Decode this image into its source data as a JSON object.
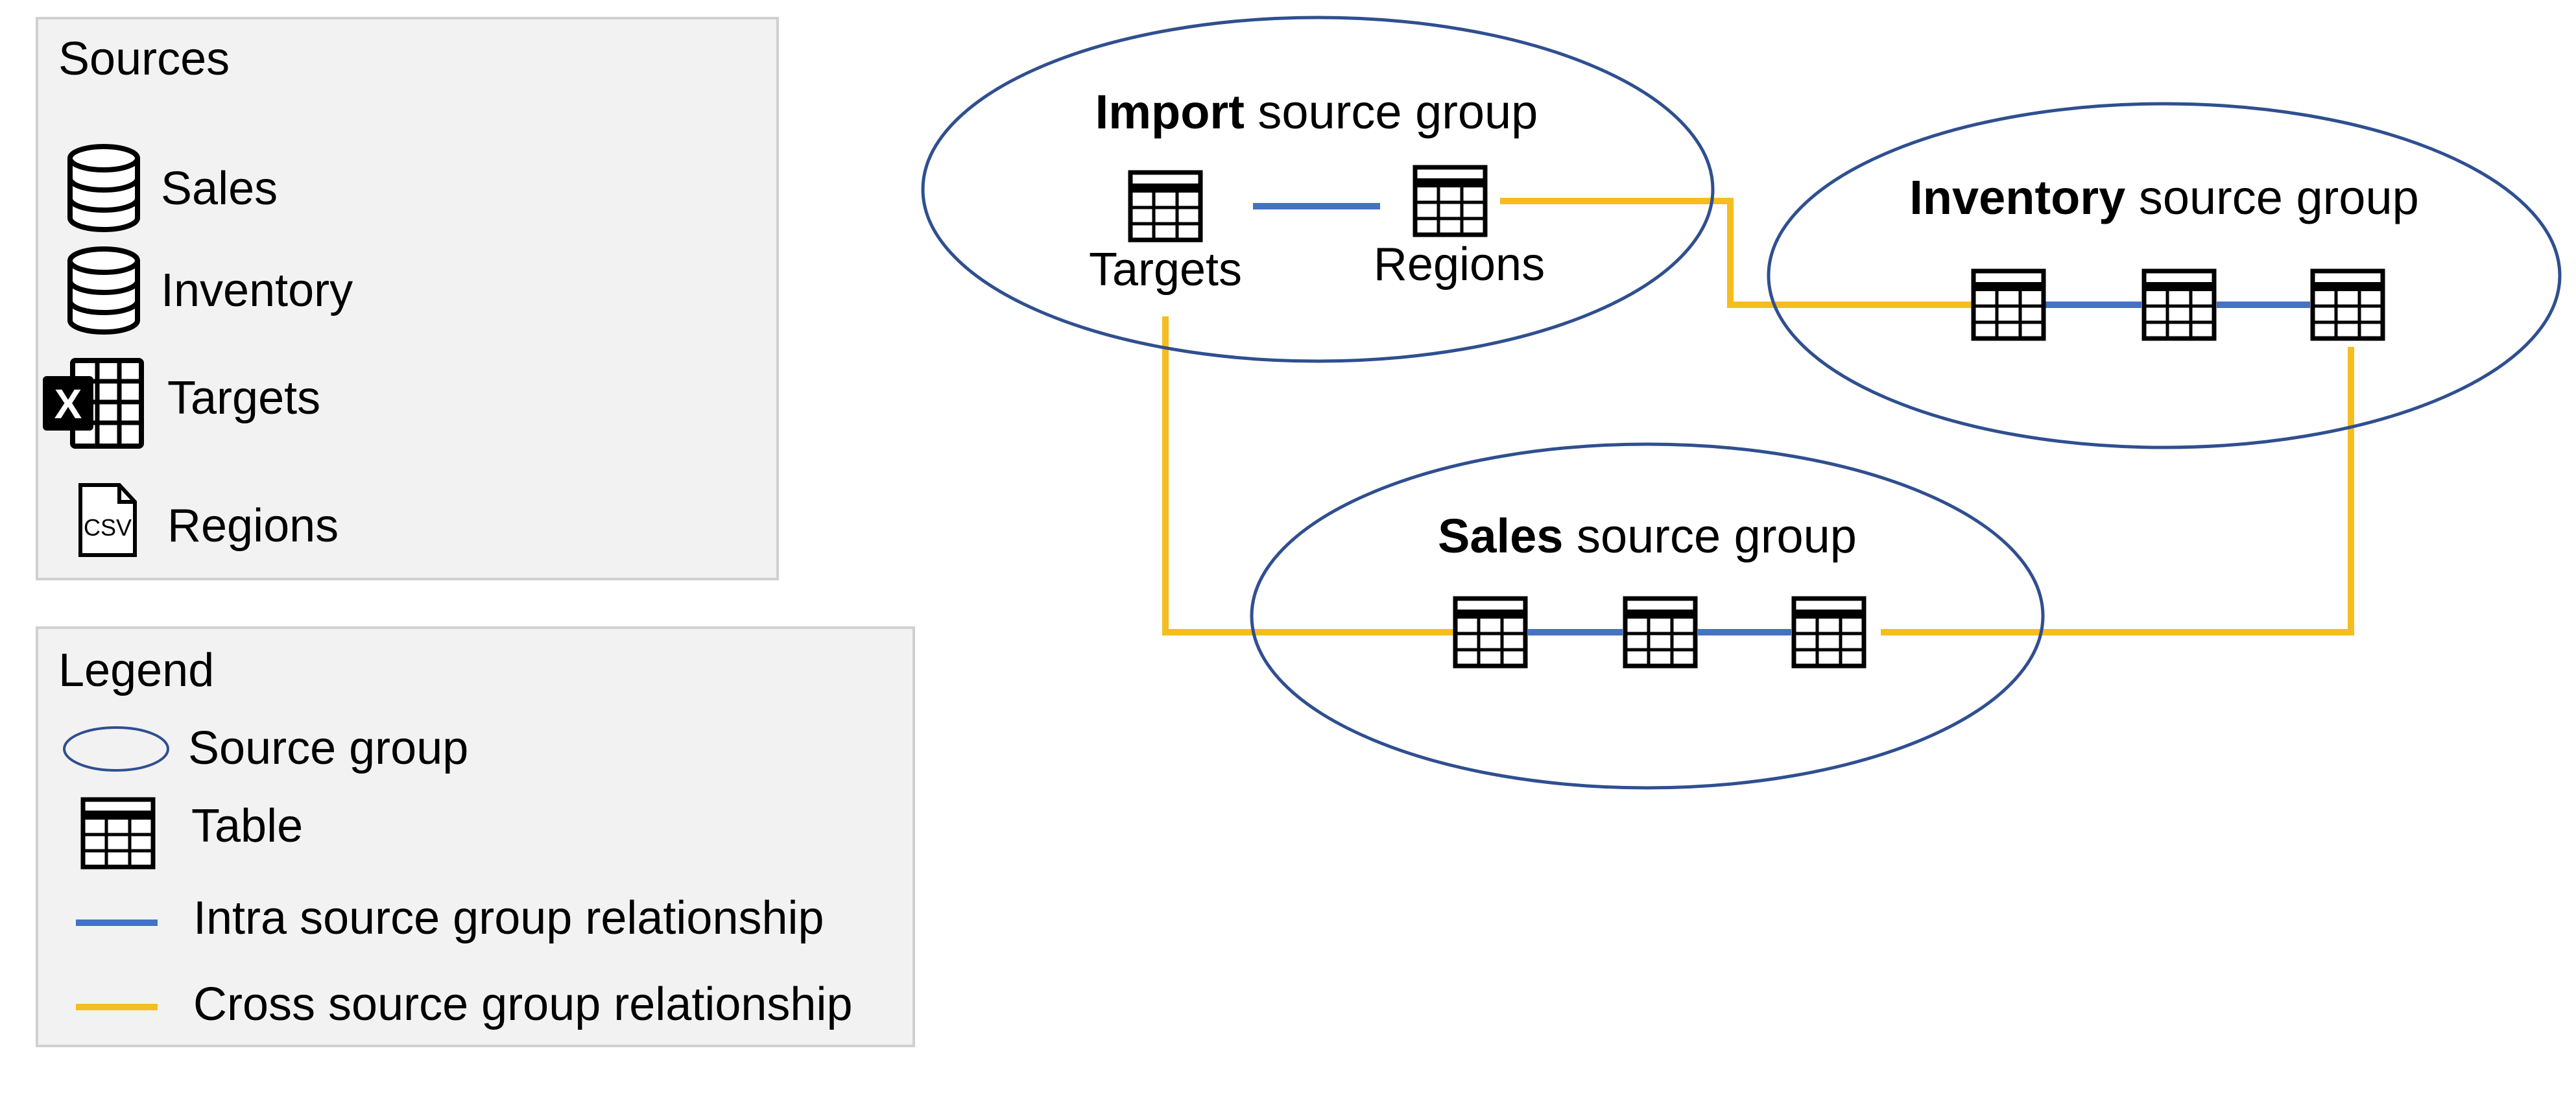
{
  "colors": {
    "panel_fill": "#f2f2f2",
    "panel_border": "#d0d0d0",
    "ellipse_stroke": "#2f4f8f",
    "intra": "#4472c4",
    "cross": "#f5bd1f",
    "icon": "#000000"
  },
  "sources_panel": {
    "title": "Sources",
    "items": [
      {
        "icon": "database-icon",
        "label": "Sales"
      },
      {
        "icon": "database-icon",
        "label": "Inventory"
      },
      {
        "icon": "excel-icon",
        "label": "Targets",
        "icon_glyph": "X"
      },
      {
        "icon": "csv-file-icon",
        "label": "Regions",
        "icon_glyph": "CSV"
      }
    ]
  },
  "legend_panel": {
    "title": "Legend",
    "items": [
      {
        "icon": "ellipse-icon",
        "label": "Source group"
      },
      {
        "icon": "table-icon",
        "label": "Table"
      },
      {
        "icon": "blue-line-icon",
        "label": "Intra source group relationship"
      },
      {
        "icon": "yellow-line-icon",
        "label": "Cross source group relationship"
      }
    ]
  },
  "groups": {
    "import": {
      "bold": "Import",
      "rest": " source group",
      "tables": [
        "Targets",
        "Regions"
      ]
    },
    "inventory": {
      "bold": "Inventory",
      "rest": " source group"
    },
    "sales": {
      "bold": "Sales",
      "rest": " source group"
    }
  }
}
